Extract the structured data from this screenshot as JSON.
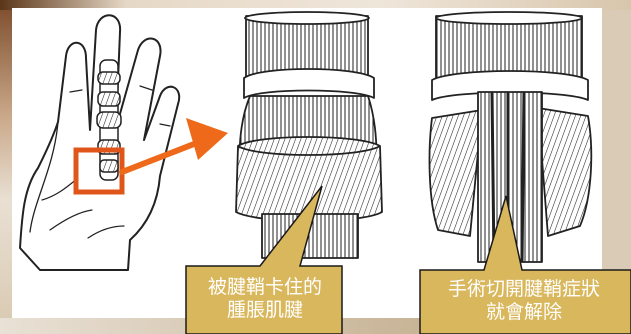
{
  "callouts": {
    "left": {
      "line1": "被腱鞘卡住的",
      "line2": "腫脹肌腱"
    },
    "right": {
      "line1": "手術切開腱鞘症狀",
      "line2": "就會解除"
    }
  },
  "colors": {
    "callout_fill": "#d9b75c",
    "callout_border": "#1a1a1a",
    "arrow": "#ee6a1a",
    "highlight_box": "#e0561a",
    "line_art": "#222222"
  },
  "icons": [
    "hand-illustration",
    "arrow-right",
    "tendon-sheath-constricted",
    "tendon-sheath-released"
  ]
}
